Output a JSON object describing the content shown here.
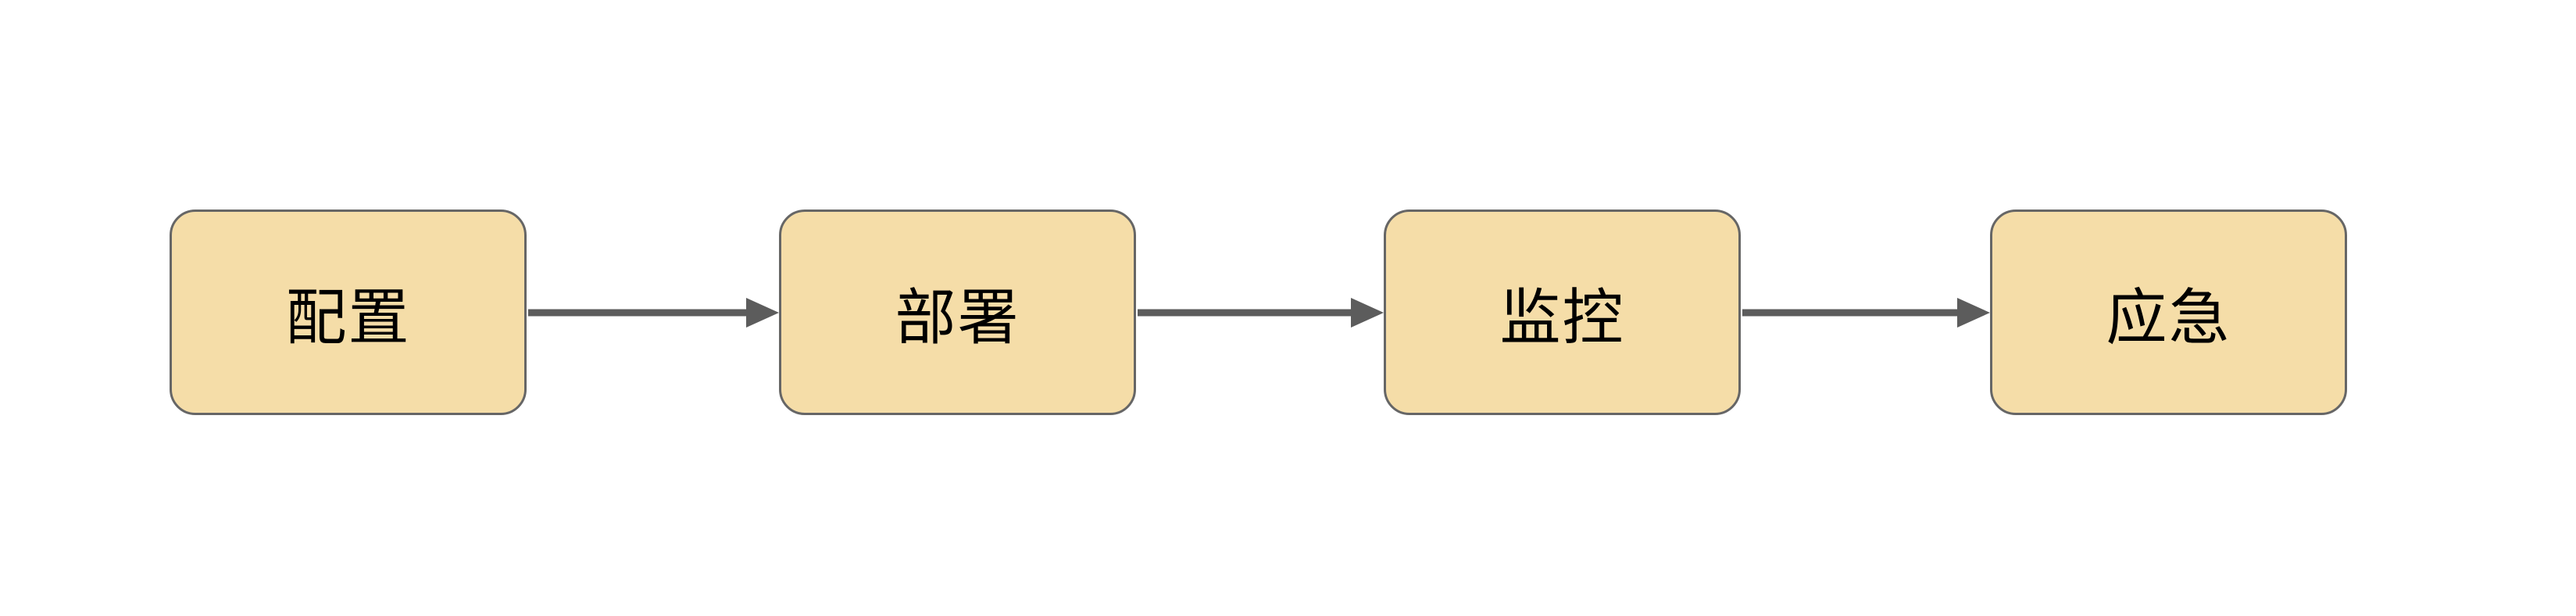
{
  "diagram": {
    "type": "flowchart",
    "direction": "left-to-right",
    "background_color": "#ffffff",
    "nodes": [
      {
        "id": "config",
        "label": "配置"
      },
      {
        "id": "deploy",
        "label": "部署"
      },
      {
        "id": "monitor",
        "label": "监控"
      },
      {
        "id": "emergency",
        "label": "应急"
      }
    ],
    "edges": [
      {
        "from": "config",
        "to": "deploy",
        "style": "arrow-right"
      },
      {
        "from": "deploy",
        "to": "monitor",
        "style": "arrow-right"
      },
      {
        "from": "monitor",
        "to": "emergency",
        "style": "arrow-right"
      }
    ],
    "colors": {
      "node_fill": "#f5dda8",
      "node_border": "#666666",
      "arrow": "#5c5c5c",
      "text": "#000000"
    }
  }
}
